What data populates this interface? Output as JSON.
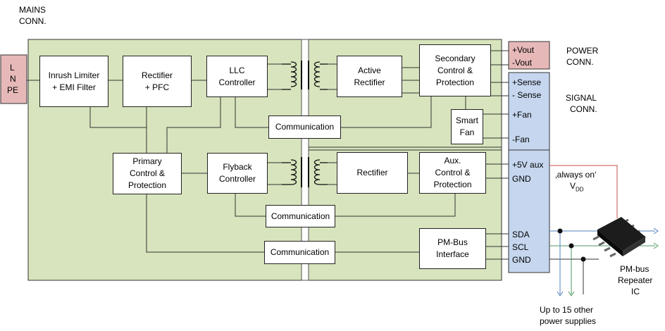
{
  "colors": {
    "board": "#d7e4bd",
    "connector_power": "#e6b9b8",
    "connector_signal": "#c5d6ee",
    "mains": "#e6b9b8",
    "red_line": "#c0504d",
    "blue_line": "#4f81bd",
    "green_line": "#4e9a60"
  },
  "labels": {
    "mains_conn_1": "MAINS",
    "mains_conn_2": "CONN.",
    "power_conn_1": "POWER",
    "power_conn_2": "CONN.",
    "signal_conn_1": "SIGNAL",
    "signal_conn_2": "CONN.",
    "always_on": "‚always on‘",
    "vdd_main": "V",
    "vdd_sub": "DD",
    "repeater_1": "PM-bus",
    "repeater_2": "Repeater",
    "repeater_3": "IC",
    "others_1": "Up to 15 other",
    "others_2": "power supplies"
  },
  "mains_pins": [
    "L",
    "N",
    "PE"
  ],
  "blocks": {
    "inrush": [
      "Inrush Limiter",
      "+ EMI Filter"
    ],
    "rectifier_pfc": [
      "Rectifier",
      "+ PFC"
    ],
    "llc": [
      "LLC",
      "Controller"
    ],
    "active_rectifier": [
      "Active",
      "Rectifier"
    ],
    "secondary": [
      "Secondary",
      "Control &",
      "Protection"
    ],
    "smart_fan": [
      "Smart",
      "Fan"
    ],
    "comm_1": [
      "Communication"
    ],
    "primary": [
      "Primary",
      "Control &",
      "Protection"
    ],
    "flyback": [
      "Flyback",
      "Controller"
    ],
    "rectifier": [
      "Rectifier"
    ],
    "aux": [
      "Aux.",
      "Control &",
      "Protection"
    ],
    "comm_2": [
      "Communication"
    ],
    "comm_3": [
      "Communication"
    ],
    "pmbus": [
      "PM-Bus",
      "Interface"
    ]
  },
  "power_pins": [
    "+Vout",
    "-Vout"
  ],
  "signal_pins": {
    "sense_p": "+Sense",
    "sense_m": "- Sense",
    "fan_p": "+Fan",
    "fan_m": "-Fan",
    "v5aux": "+5V aux",
    "gnd1": "GND",
    "sda": "SDA",
    "scl": "SCL",
    "gnd2": "GND"
  }
}
